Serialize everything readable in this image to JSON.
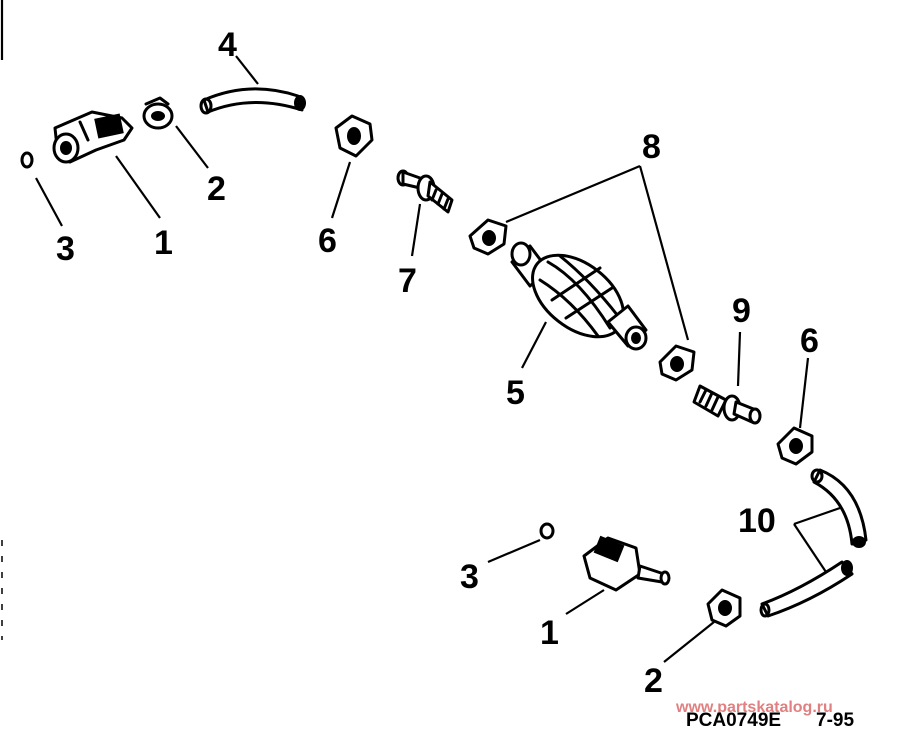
{
  "callouts": {
    "c1a": "1",
    "c1b": "1",
    "c2a": "2",
    "c2b": "2",
    "c3a": "3",
    "c3b": "3",
    "c4": "4",
    "c5": "5",
    "c6a": "6",
    "c6b": "6",
    "c7": "7",
    "c8": "8",
    "c9": "9",
    "c10": "10"
  },
  "footer": {
    "code": "PCA0749E",
    "date": "7-95",
    "watermark": "www.partskatalog.ru"
  }
}
